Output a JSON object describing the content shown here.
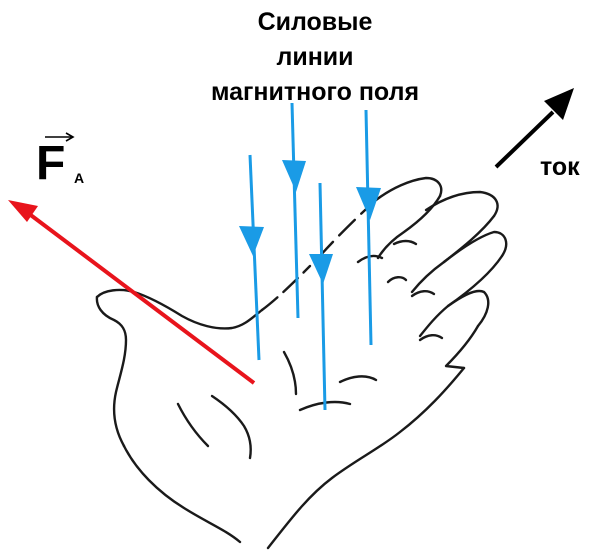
{
  "labels": {
    "title_line_1": "Силовые",
    "title_line_2": "линии",
    "title_line_3": "магнитного поля",
    "force_symbol": "F",
    "force_subscript": "A",
    "current": "ток"
  },
  "colors": {
    "field_lines": "#1a9be6",
    "force_arrow": "#e8141c",
    "current_arrow": "#000000",
    "hand_outline": "#1a1a1a"
  },
  "icons": {
    "hand": "left-hand-icon",
    "vector_mark": "vector-arrow-icon"
  }
}
